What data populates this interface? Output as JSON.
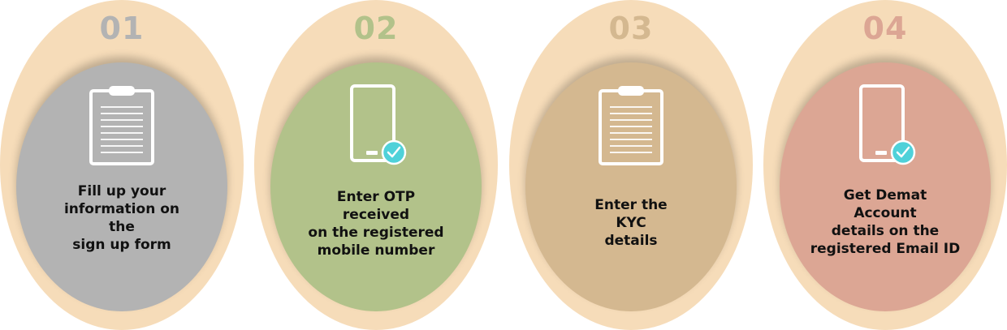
{
  "colors": {
    "oval_background": "#f6dcb9",
    "check_badge": "#4fd1d9",
    "icon_stroke": "#ffffff"
  },
  "steps": [
    {
      "number": "01",
      "text": "Fill up your\ninformation on\nthe\nsign up form",
      "icon": "clipboard-icon",
      "number_color": "#b3b3b3",
      "circle_color": "#b3b3b3"
    },
    {
      "number": "02",
      "text": "Enter OTP\nreceived\non the registered\nmobile number",
      "icon": "mobile-check-icon",
      "number_color": "#b2c28a",
      "circle_color": "#b2c28a"
    },
    {
      "number": "03",
      "text": "Enter the\nKYC\ndetails",
      "icon": "clipboard-icon",
      "number_color": "#d4b890",
      "circle_color": "#d4b890"
    },
    {
      "number": "04",
      "text": "Get Demat\nAccount\ndetails on the\nregistered Email ID",
      "icon": "mobile-check-icon",
      "number_color": "#dca694",
      "circle_color": "#dca694"
    }
  ]
}
